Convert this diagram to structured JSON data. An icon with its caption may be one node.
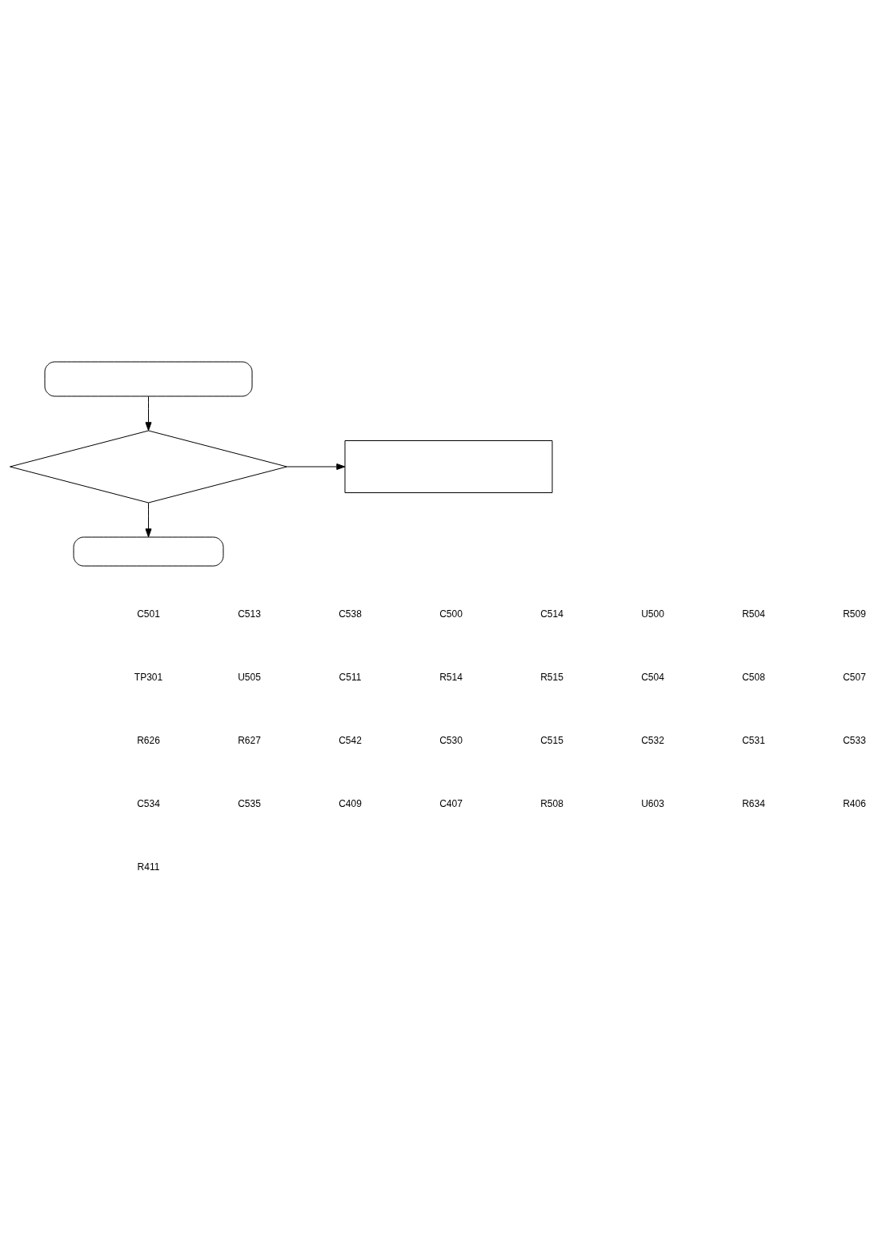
{
  "diagram": {
    "nodes": [
      {
        "text": [],
        "shape": "box"
      },
      {
        "text": [],
        "shape": "diamond"
      },
      {
        "text": [],
        "shape": "box"
      },
      {
        "text": [],
        "shape": "box"
      }
    ],
    "edges": [
      {
        "from": 0,
        "to": 1,
        "arrow": "to"
      },
      {
        "from": 1,
        "to": 2,
        "arrow": "to"
      },
      {
        "from": 1,
        "to": 3,
        "arrow": "to"
      }
    ],
    "labels": [
      "C501",
      "C513",
      "C538",
      "C500",
      "C514",
      "U500",
      "R504",
      "R509",
      "TP301",
      "U505",
      "C511",
      "R514",
      "R515",
      "C504",
      "C508",
      "C507",
      "R626",
      "R627",
      "C542",
      "C530",
      "C515",
      "C532",
      "C531",
      "C533",
      "C534",
      "C535",
      "C409",
      "C407",
      "R508",
      "U603",
      "R634",
      "R406",
      "R411"
    ]
  }
}
